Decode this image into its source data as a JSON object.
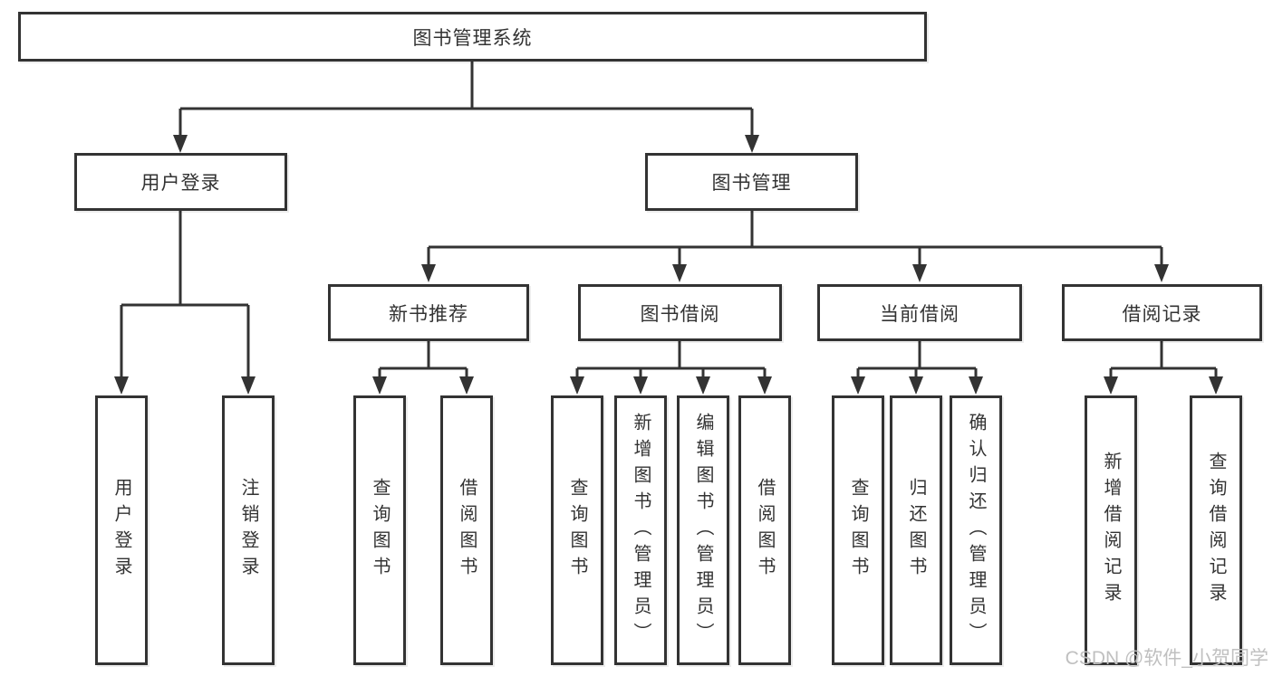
{
  "tree": {
    "root": {
      "label": "图书管理系统",
      "children": [
        {
          "label": "用户登录",
          "children": [
            {
              "label": "用户登录"
            },
            {
              "label": "注销登录"
            }
          ]
        },
        {
          "label": "图书管理",
          "children": [
            {
              "label": "新书推荐",
              "children": [
                {
                  "label": "查询图书"
                },
                {
                  "label": "借阅图书"
                }
              ]
            },
            {
              "label": "图书借阅",
              "children": [
                {
                  "label": "查询图书"
                },
                {
                  "label": "新增图书（管理员）"
                },
                {
                  "label": "编辑图书（管理员）"
                },
                {
                  "label": "借阅图书"
                }
              ]
            },
            {
              "label": "当前借阅",
              "children": [
                {
                  "label": "查询图书"
                },
                {
                  "label": "归还图书"
                },
                {
                  "label": "确认归还（管理员）"
                }
              ]
            },
            {
              "label": "借阅记录",
              "children": [
                {
                  "label": "新增借阅记录"
                },
                {
                  "label": "查询借阅记录"
                }
              ]
            }
          ]
        }
      ]
    }
  },
  "watermark": {
    "text": "CSDN @软件_小贺同学",
    "color": "#c0c0c0"
  },
  "colors": {
    "line": "#333333",
    "box_border": "#333333",
    "text": "#333333",
    "background": "#ffffff"
  }
}
